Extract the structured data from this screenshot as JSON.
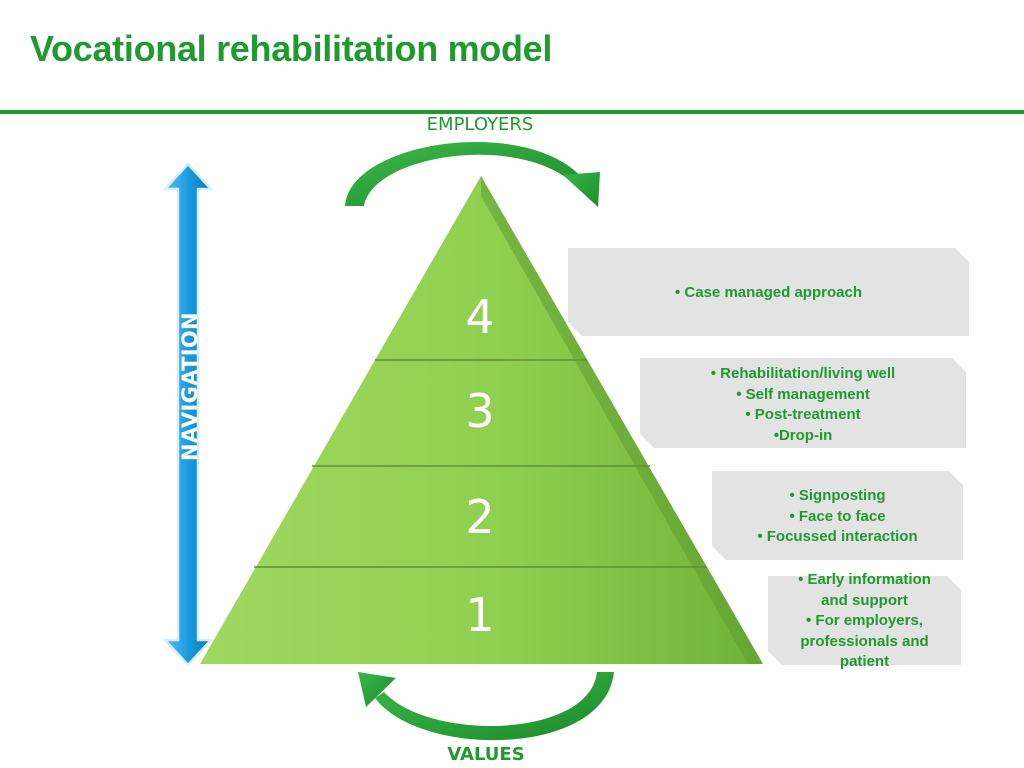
{
  "title": "Vocational rehabilitation model",
  "top_label": "EMPLOYERS",
  "bottom_label": "VALUES",
  "side_label": "NAVIGATION",
  "colors": {
    "accent_green": "#1f9a2e",
    "pyramid_green": "#8fcf4f",
    "navigation_blue": "#1a9be0",
    "box_gray": "#e3e3e3"
  },
  "levels": [
    {
      "number": "4",
      "items": [
        "• Case managed approach"
      ]
    },
    {
      "number": "3",
      "items": [
        "• Rehabilitation/living well",
        "• Self management",
        "• Post-treatment",
        "•Drop-in"
      ]
    },
    {
      "number": "2",
      "items": [
        "• Signposting",
        "• Face to face",
        "• Focussed interaction"
      ]
    },
    {
      "number": "1",
      "items": [
        "• Early information",
        "and support",
        "• For employers,",
        "professionals and",
        "patient"
      ]
    }
  ]
}
